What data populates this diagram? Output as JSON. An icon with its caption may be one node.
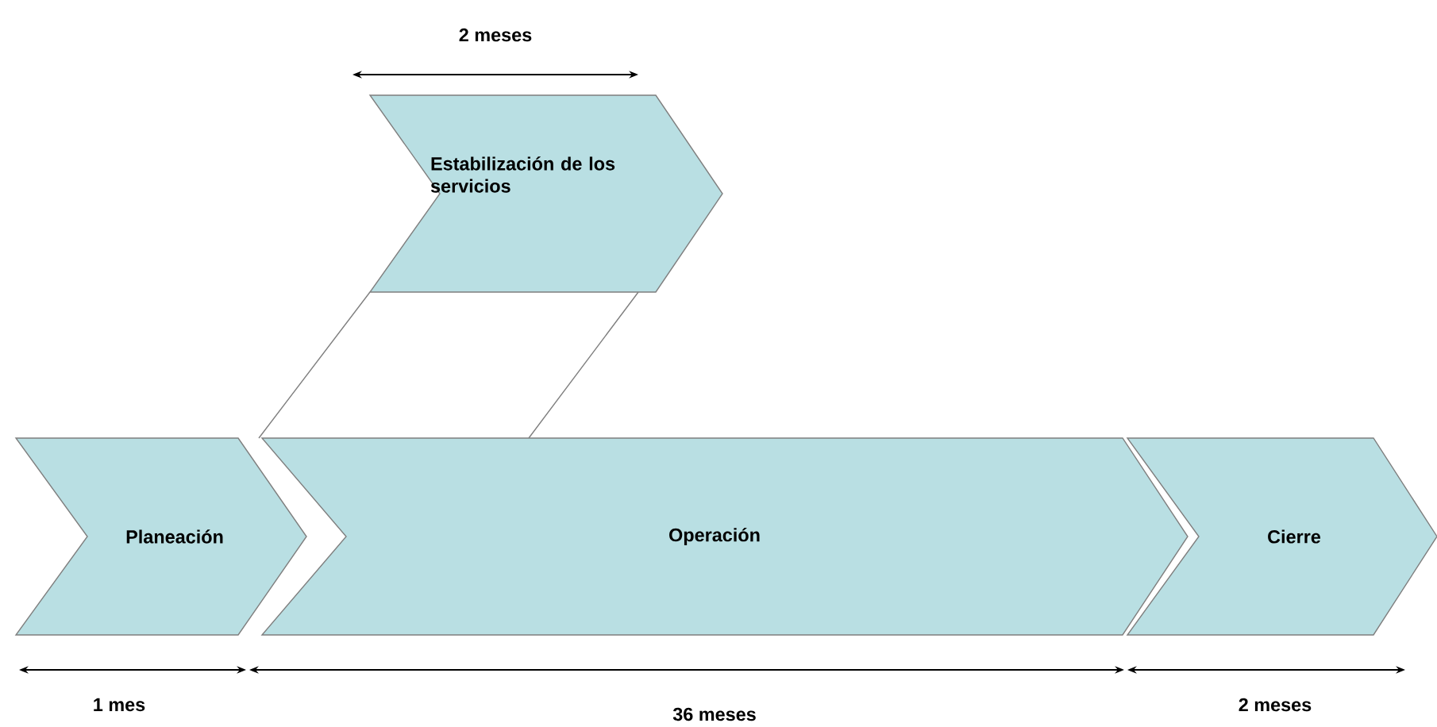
{
  "diagram": {
    "nodes": [
      {
        "text": [
          "Estabilización de los servicios"
        ],
        "beside": [
          "2 meses"
        ]
      },
      {
        "text": [
          "Planeación"
        ],
        "beside": [
          "1 mes"
        ]
      },
      {
        "text": [
          "Operación"
        ],
        "beside": [
          "36 meses"
        ]
      },
      {
        "text": [
          "Cierre"
        ],
        "beside": [
          "2 meses"
        ]
      }
    ]
  }
}
